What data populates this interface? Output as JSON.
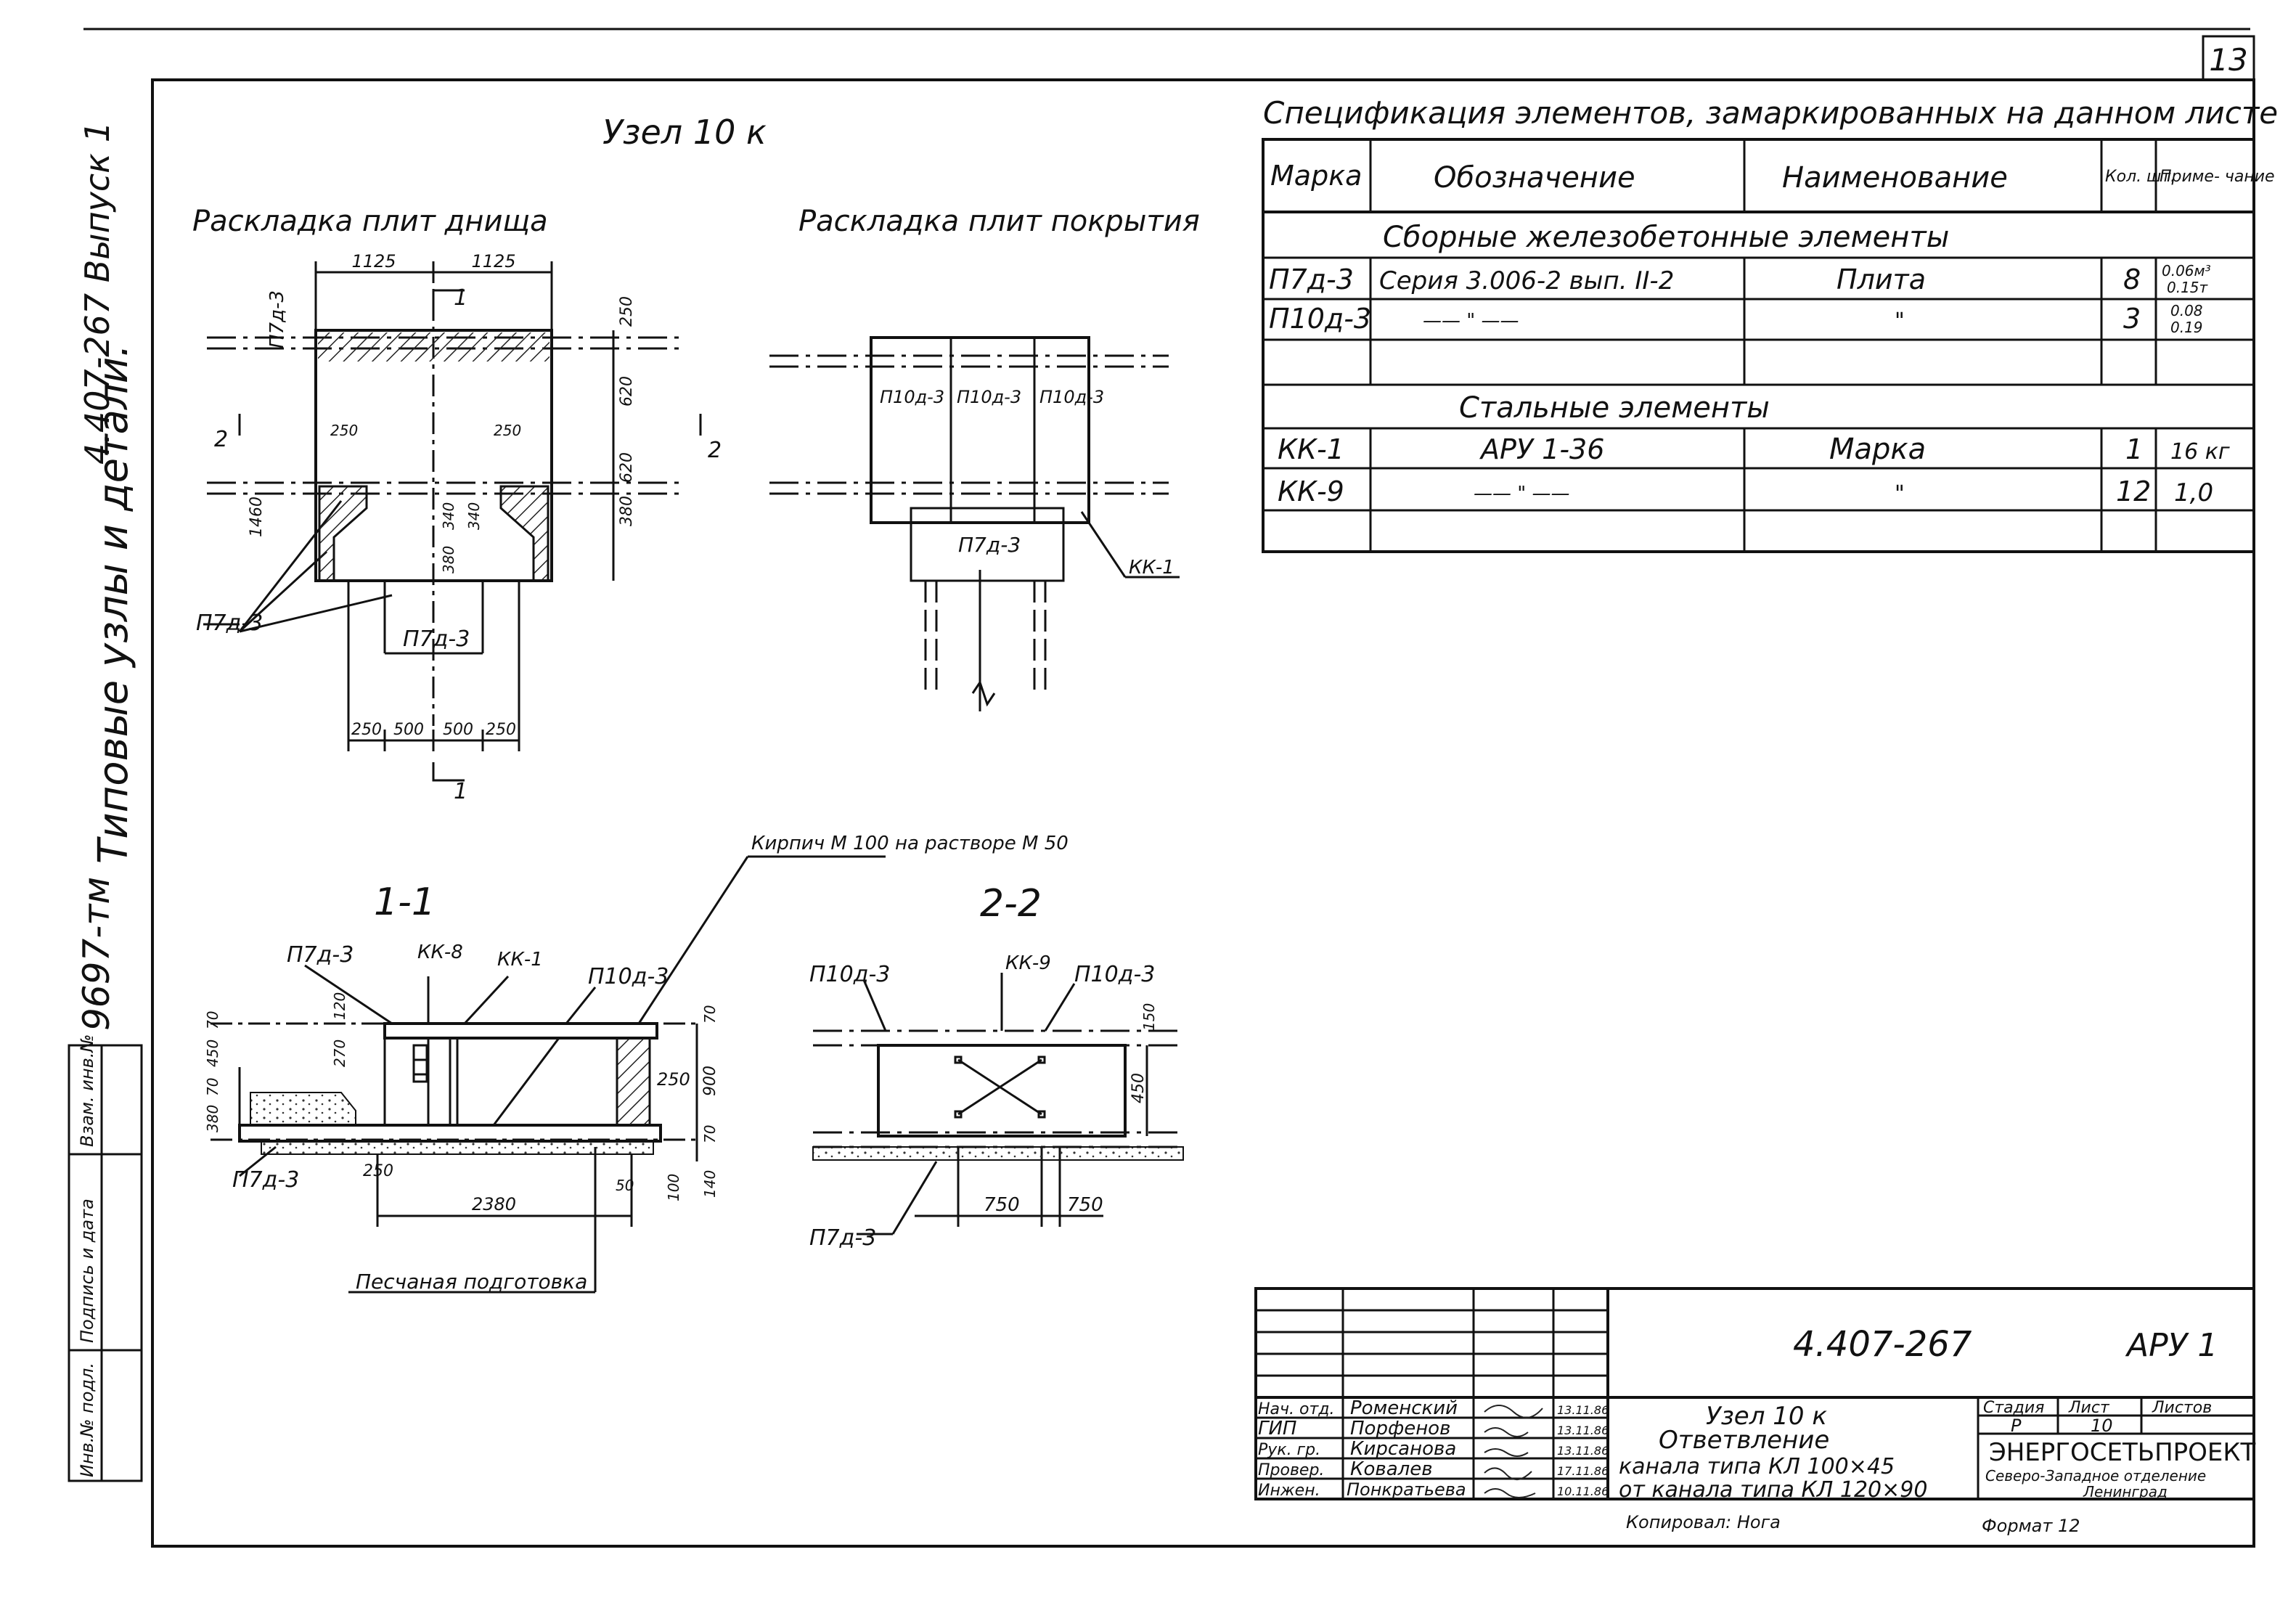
{
  "sheet_number": "13",
  "left_margin": {
    "issue": "4.407-267 Выпуск 1",
    "series_title": "Типовые узлы и детали.",
    "inventory": "9697-тм",
    "stamp_cells": [
      "Инв.№ подл.",
      "Подпись и дата",
      "Взам. инв.№"
    ]
  },
  "node_title": "Узел 10 к",
  "views": {
    "bottom_plan": {
      "title": "Раскладка плит днища",
      "dims_top": [
        "1125",
        "1125"
      ],
      "dims_right": [
        "250",
        "620",
        "620",
        "380"
      ],
      "dims_inner": [
        "250",
        "250",
        "1460",
        "340",
        "340",
        "380"
      ],
      "dims_bottom": [
        "250",
        "500",
        "500",
        "250"
      ],
      "labels": [
        "П7д-3",
        "П7д-3",
        "П7д-3"
      ],
      "section_marks": [
        "1",
        "1",
        "2",
        "2"
      ]
    },
    "top_plan": {
      "title": "Раскладка плит покрытия",
      "slabs": [
        "П10д-3",
        "П10д-3",
        "П10д-3"
      ],
      "labels": [
        "П7д-3",
        "КК-1"
      ]
    },
    "section_1_1": {
      "title": "1-1",
      "labels": [
        "П7д-3",
        "КК-8",
        "КК-1",
        "П10д-3",
        "П7д-3"
      ],
      "note_brick": "Кирпич М 100 на растворе М 50",
      "note_sand": "Песчаная подготовка",
      "dims_left": [
        "70",
        "450",
        "70",
        "380"
      ],
      "dims_inner": [
        "120",
        "270",
        "250"
      ],
      "dims_right": [
        "70",
        "900",
        "70",
        "140"
      ],
      "dims_bottom": [
        "250",
        "2380",
        "50",
        "100"
      ]
    },
    "section_2_2": {
      "title": "2-2",
      "labels": [
        "П10д-3",
        "КК-9",
        "П10д-3",
        "П7д-3"
      ],
      "dims": [
        "150",
        "450",
        "750",
        "750"
      ]
    }
  },
  "spec": {
    "title": "Спецификация элементов, замаркированных на данном листе",
    "headers": [
      "Марка",
      "Обозначение",
      "Наименование",
      "Кол. шт.",
      "Приме- чание"
    ],
    "group1": "Сборные железобетонные элементы",
    "rows1": [
      {
        "mark": "П7д-3",
        "designation": "Серия 3.006-2 вып. II-2",
        "name": "Плита",
        "qty": "8",
        "note1": "0.06м³",
        "note2": "0.15т"
      },
      {
        "mark": "П10д-3",
        "designation": "—— \" ——",
        "name": "\"",
        "qty": "3",
        "note1": "0.08",
        "note2": "0.19"
      }
    ],
    "group2": "Стальные элементы",
    "rows2": [
      {
        "mark": "КК-1",
        "designation": "АРУ 1-36",
        "name": "Марка",
        "qty": "1",
        "note": "16 кг"
      },
      {
        "mark": "КК-9",
        "designation": "—— \" ——",
        "name": "\"",
        "qty": "12",
        "note": "1,0"
      }
    ]
  },
  "title_block": {
    "doc_number": "4.407-267",
    "doc_code": "АРУ 1",
    "people": [
      {
        "role": "Нач. отд.",
        "name": "Роменский",
        "date": "13.11.86"
      },
      {
        "role": "ГИП",
        "name": "Порфенов",
        "date": "13.11.86"
      },
      {
        "role": "Рук. гр.",
        "name": "Кирсанова",
        "date": "13.11.86"
      },
      {
        "role": "Провер.",
        "name": "Ковалев",
        "date": "17.11.86"
      },
      {
        "role": "Инжен.",
        "name": "Понкратьева",
        "date": "10.11.86"
      }
    ],
    "description": [
      "Узел 10 к",
      "Ответвление",
      "канала типа КЛ 100×45",
      "от канала типа КЛ 120×90"
    ],
    "stage_header": "Стадия",
    "sheet_header": "Лист",
    "sheets_header": "Листов",
    "stage": "Р",
    "sheet": "10",
    "sheets": "",
    "org": "ЭНЕРГОСЕТЬПРОЕКТ",
    "org_branch": "Северо-Западное отделение",
    "org_city": "Ленинград",
    "copied": "Копировал: Нога",
    "format": "Формат 12"
  }
}
